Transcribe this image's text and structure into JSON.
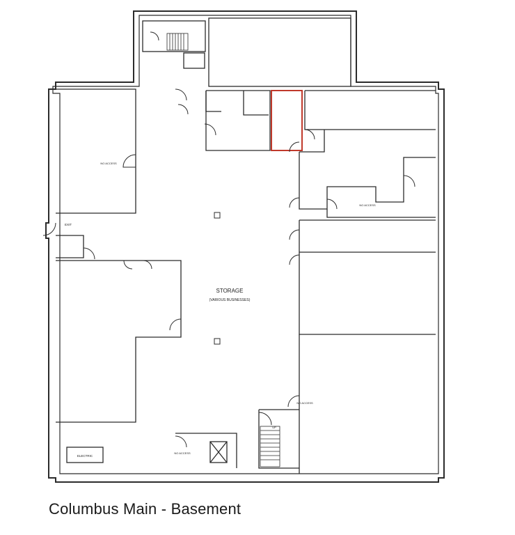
{
  "title": "Columbus Main - Basement",
  "rooms": {
    "storage_label": "STORAGE",
    "storage_sub": "(VARIOUS BUSINESSES)",
    "no_access": "NO ACCESS",
    "electric": "ELECTRIC",
    "exit": "EXIT",
    "up": "UP"
  },
  "colors": {
    "wall": "#2b2b2b",
    "highlight": "#c0392b",
    "background": "#ffffff"
  }
}
